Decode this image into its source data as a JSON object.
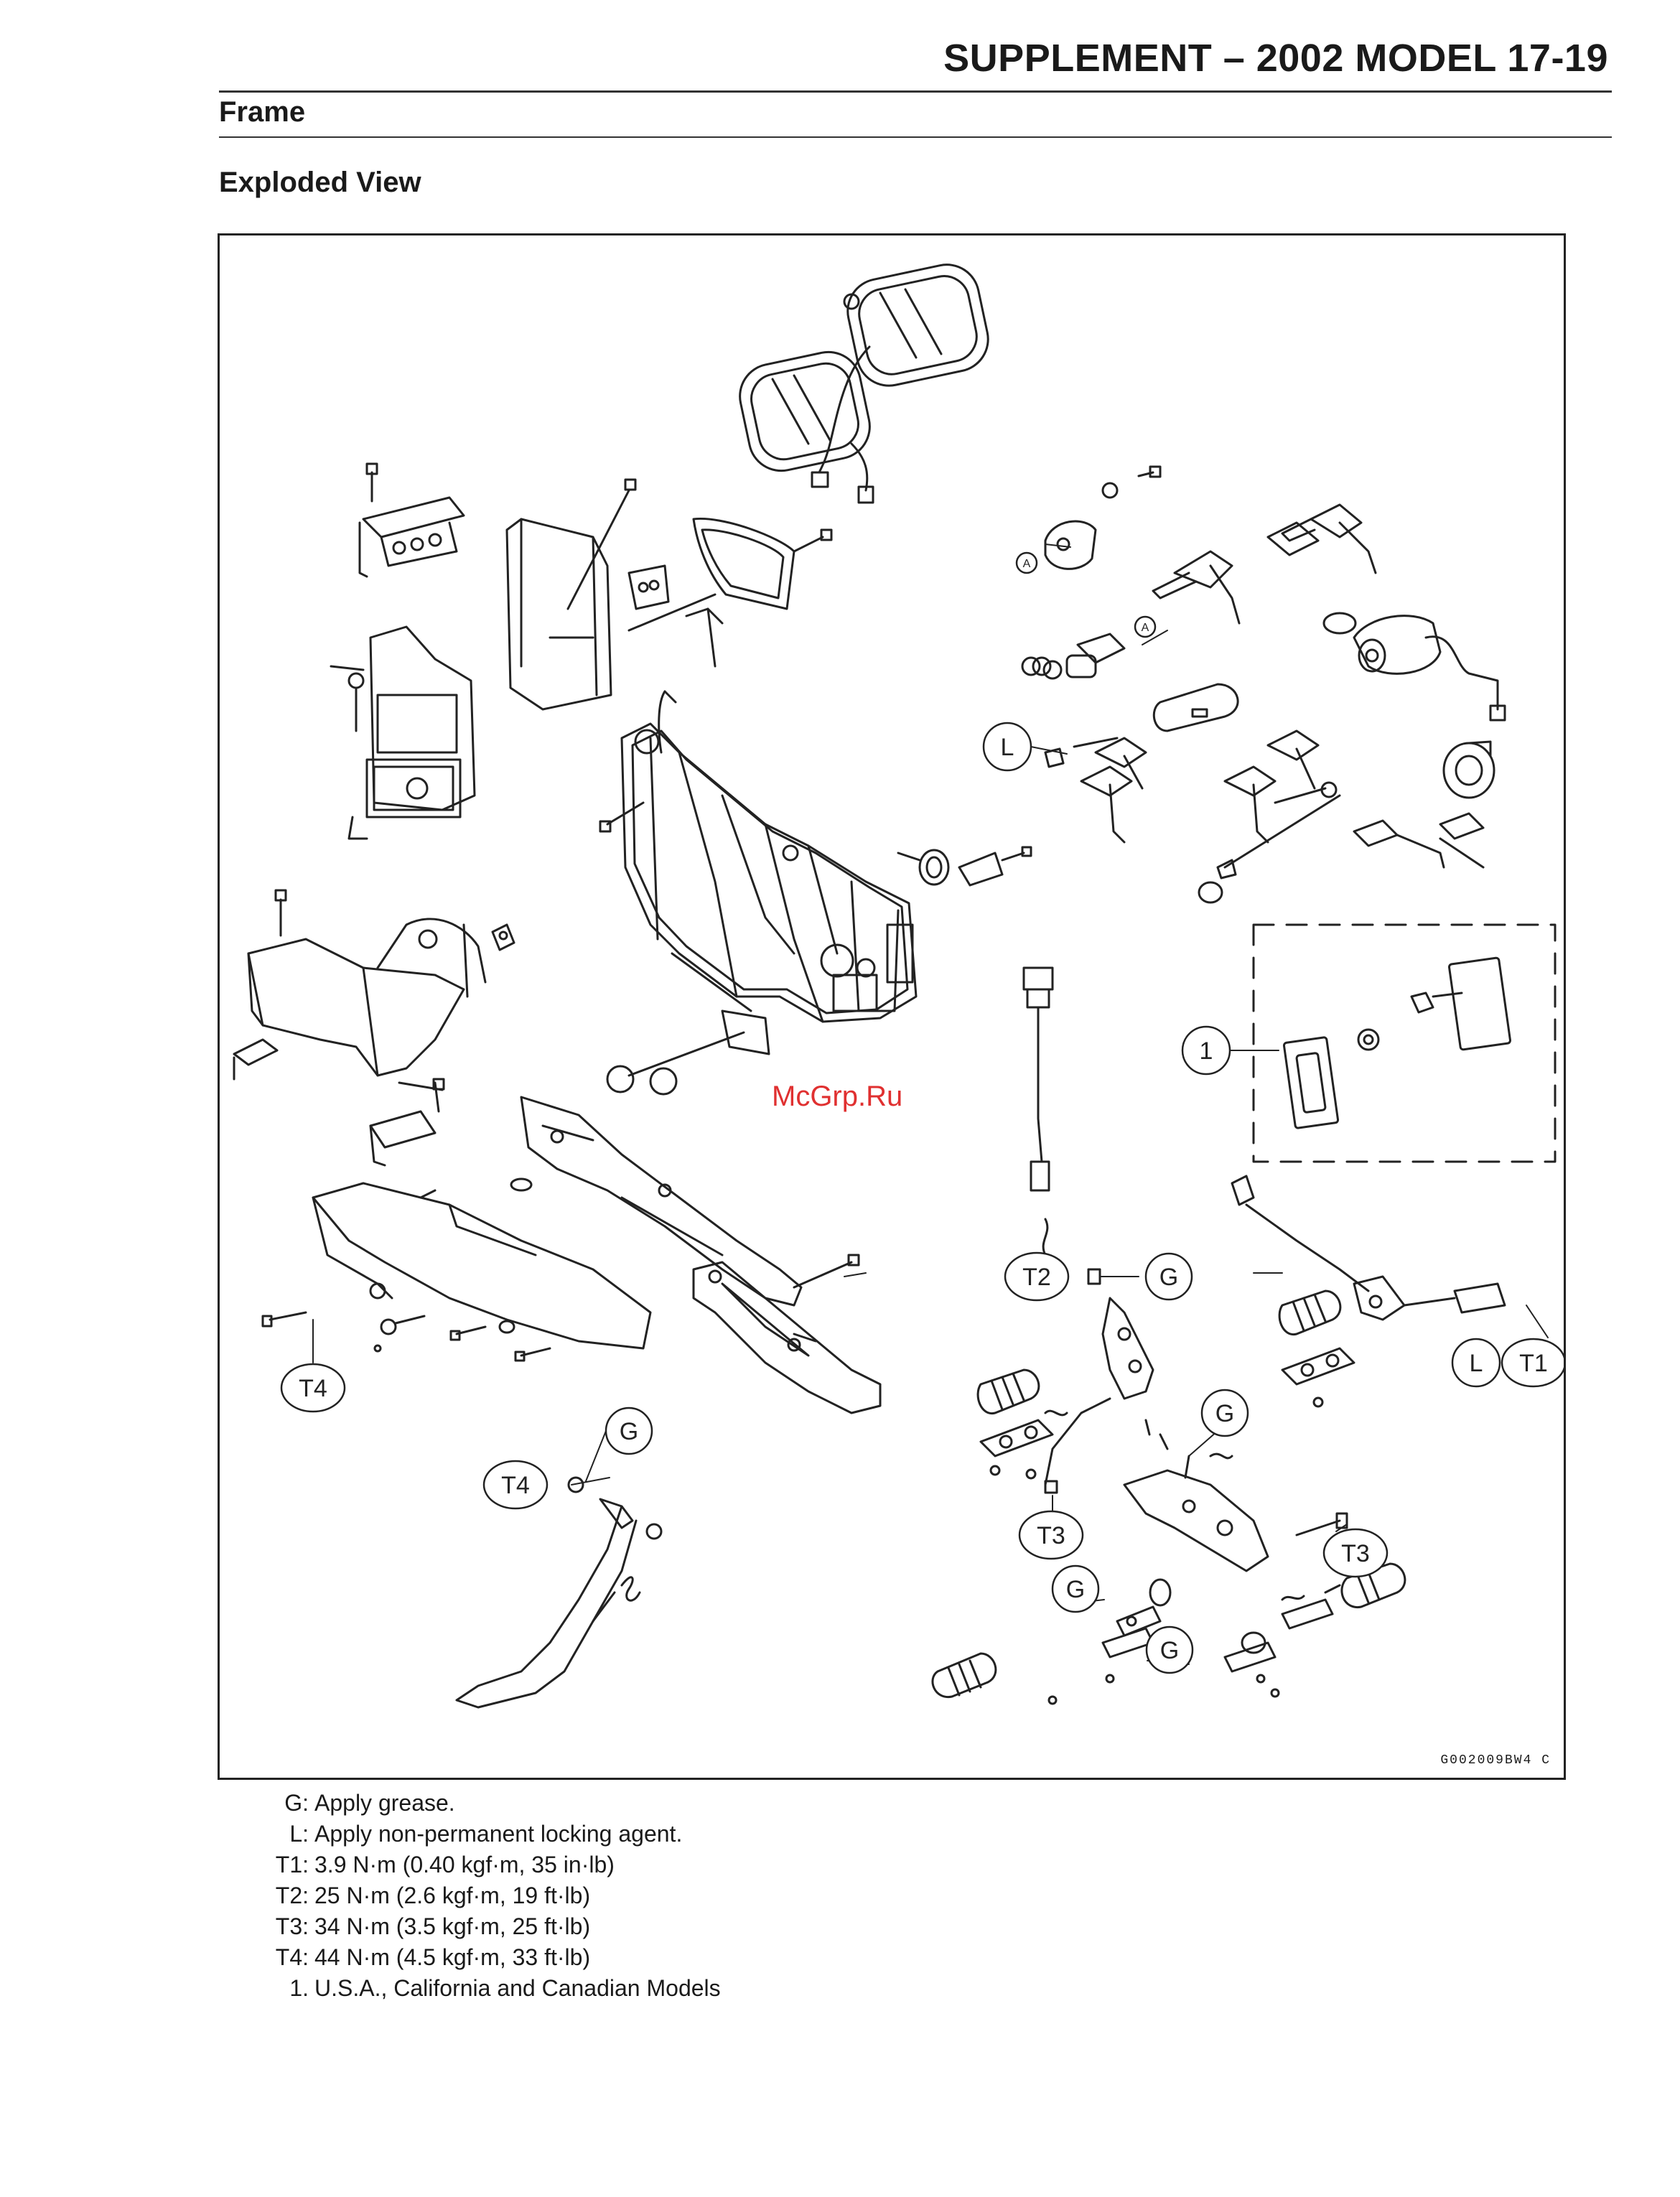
{
  "header": {
    "title": "SUPPLEMENT – 2002 MODEL 17-19"
  },
  "section": {
    "title": "Frame",
    "subtitle": "Exploded View"
  },
  "diagram": {
    "watermark": "McGrp.Ru",
    "figure_code": "G002009BW4 C",
    "callouts": {
      "c1": "1",
      "l_top": "L",
      "l_right": "L",
      "t1": "T1",
      "t2": "T2",
      "t3_left": "T3",
      "t3_right": "T3",
      "t4_left": "T4",
      "t4_mid": "T4",
      "g1": "G",
      "g2": "G",
      "g3": "G",
      "g4": "G",
      "g5": "G",
      "a1": "A",
      "a2": "A"
    }
  },
  "notes": [
    {
      "key": "G:",
      "text": "Apply grease."
    },
    {
      "key": "L:",
      "text": "Apply non-permanent locking agent."
    },
    {
      "key": "T1:",
      "text": "3.9 N·m (0.40 kgf·m, 35 in·lb)"
    },
    {
      "key": "T2:",
      "text": "25 N·m (2.6 kgf·m, 19 ft·lb)"
    },
    {
      "key": "T3:",
      "text": "34 N·m (3.5 kgf·m, 25 ft·lb)"
    },
    {
      "key": "T4:",
      "text": "44 N·m (4.5 kgf·m, 33 ft·lb)"
    },
    {
      "key": "1.",
      "text": "U.S.A., California and Canadian Models"
    }
  ]
}
